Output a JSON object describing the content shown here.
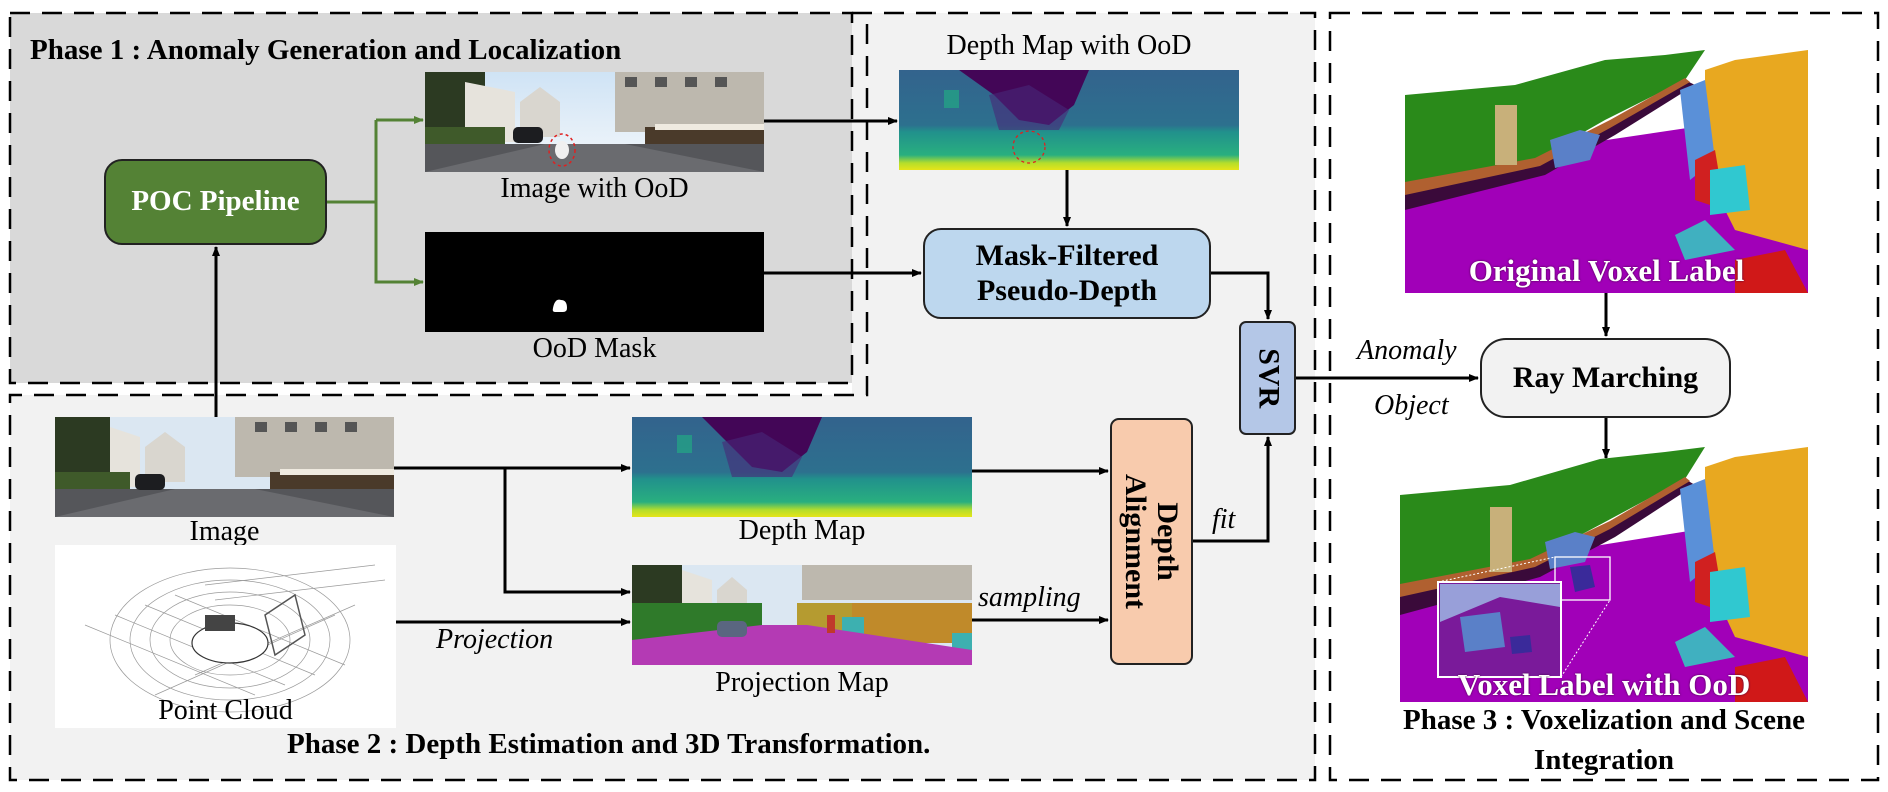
{
  "phases": {
    "phase1": {
      "title": "Phase 1 : Anomaly Generation and Localization"
    },
    "phase2": {
      "title": "Phase 2 : Depth Estimation and 3D Transformation."
    },
    "phase3": {
      "title_line1": "Phase 3 : Voxelization and Scene",
      "title_line2": "Integration"
    }
  },
  "nodes": {
    "poc_pipeline": "POC Pipeline",
    "mask_filtered_line1": "Mask-Filtered",
    "mask_filtered_line2": "Pseudo-Depth",
    "svr": "SVR",
    "depth_alignment_line1": "Depth",
    "depth_alignment_line2": "Alignment",
    "ray_marching": "Ray Marching"
  },
  "images": {
    "image_with_ood": "Image with OoD",
    "ood_mask": "OoD Mask",
    "depth_map_with_ood": "Depth Map with OoD",
    "image": "Image",
    "point_cloud": "Point Cloud",
    "depth_map": "Depth Map",
    "projection_map": "Projection Map",
    "original_voxel_label": "Original Voxel Label",
    "voxel_label_with_ood": "Voxel Label with OoD"
  },
  "edge_labels": {
    "projection": "Projection",
    "sampling": "sampling",
    "fit": "fit",
    "anomaly": "Anomaly",
    "object": "Object"
  },
  "colors": {
    "phase1_bg": "#d9d9d9",
    "phase2_bg": "#f2f2f2",
    "poc_green": "#548235",
    "mask_filtered_blue": "#bdd7ee",
    "svr_blue": "#b4c7e7",
    "depth_alignment_peach": "#f8cbad",
    "ood_marker_red": "#e02020"
  }
}
